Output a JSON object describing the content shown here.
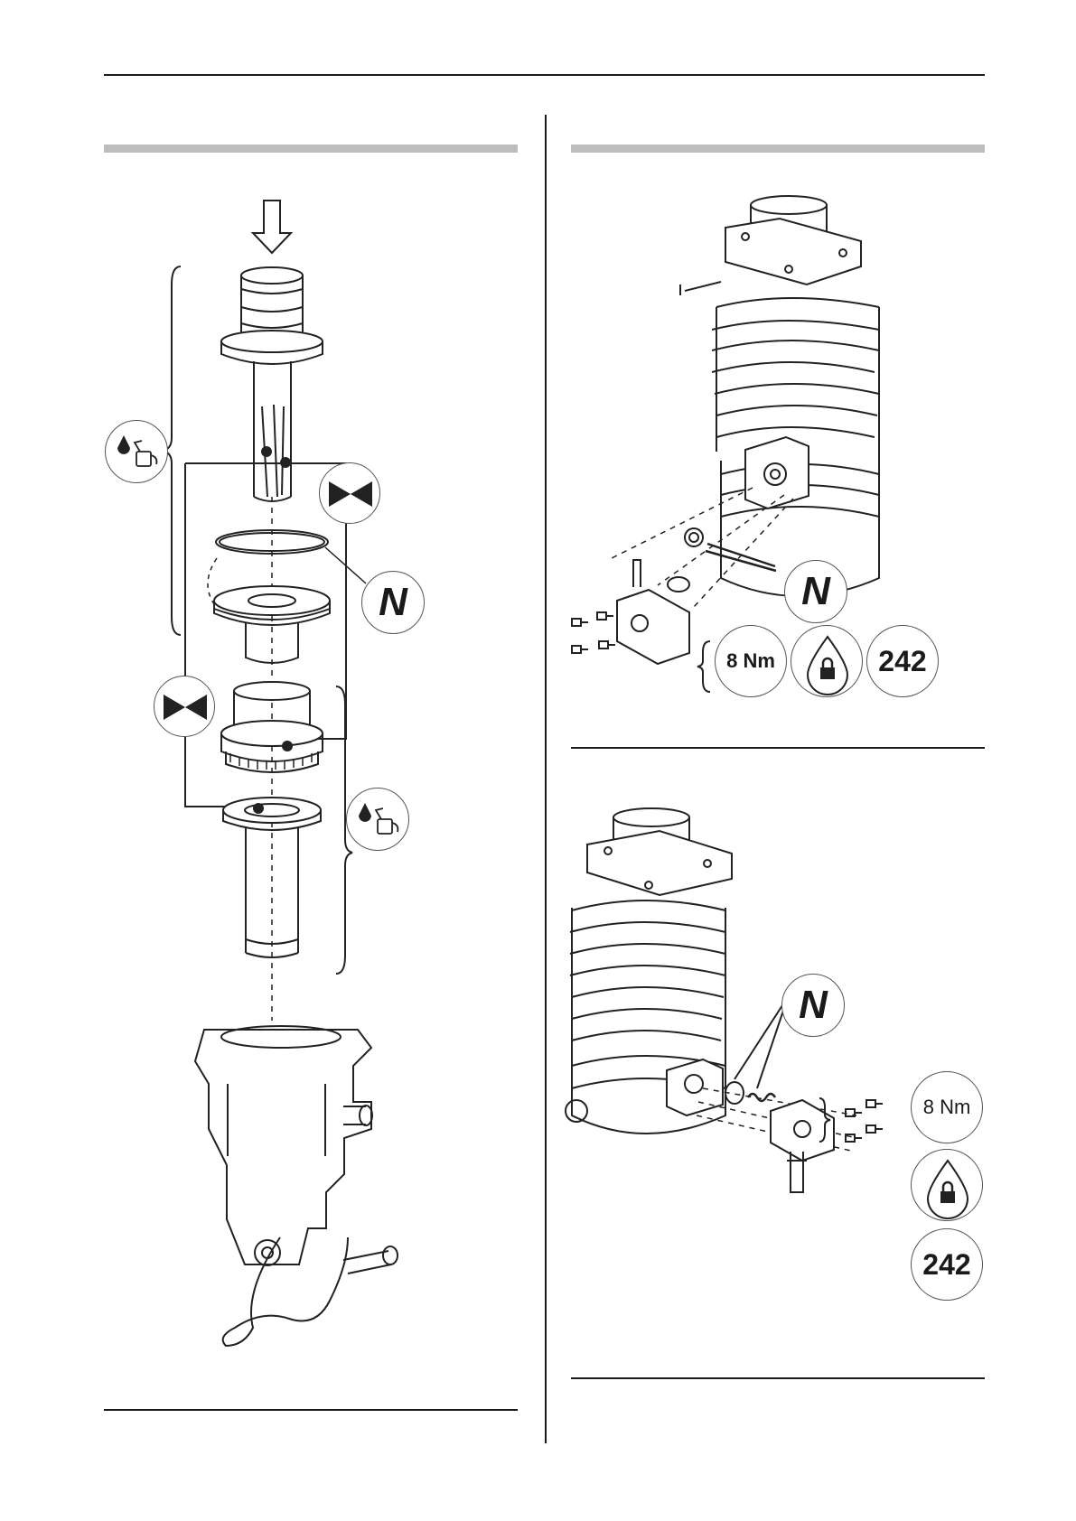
{
  "left_figure": {
    "seal_marker": "N"
  },
  "right_top_figure": {
    "seal_marker": "N",
    "torque": "8 Nm",
    "threadlock_code": "242",
    "lock_icon": "threadlock-drop-icon"
  },
  "right_bottom_figure": {
    "seal_marker": "N",
    "torque": "8 Nm",
    "threadlock_code": "242",
    "lock_icon": "threadlock-drop-icon"
  },
  "colors": {
    "rule": "#1a1a1a",
    "section_bar": "#bdbdbd",
    "line_art": "#222222"
  }
}
